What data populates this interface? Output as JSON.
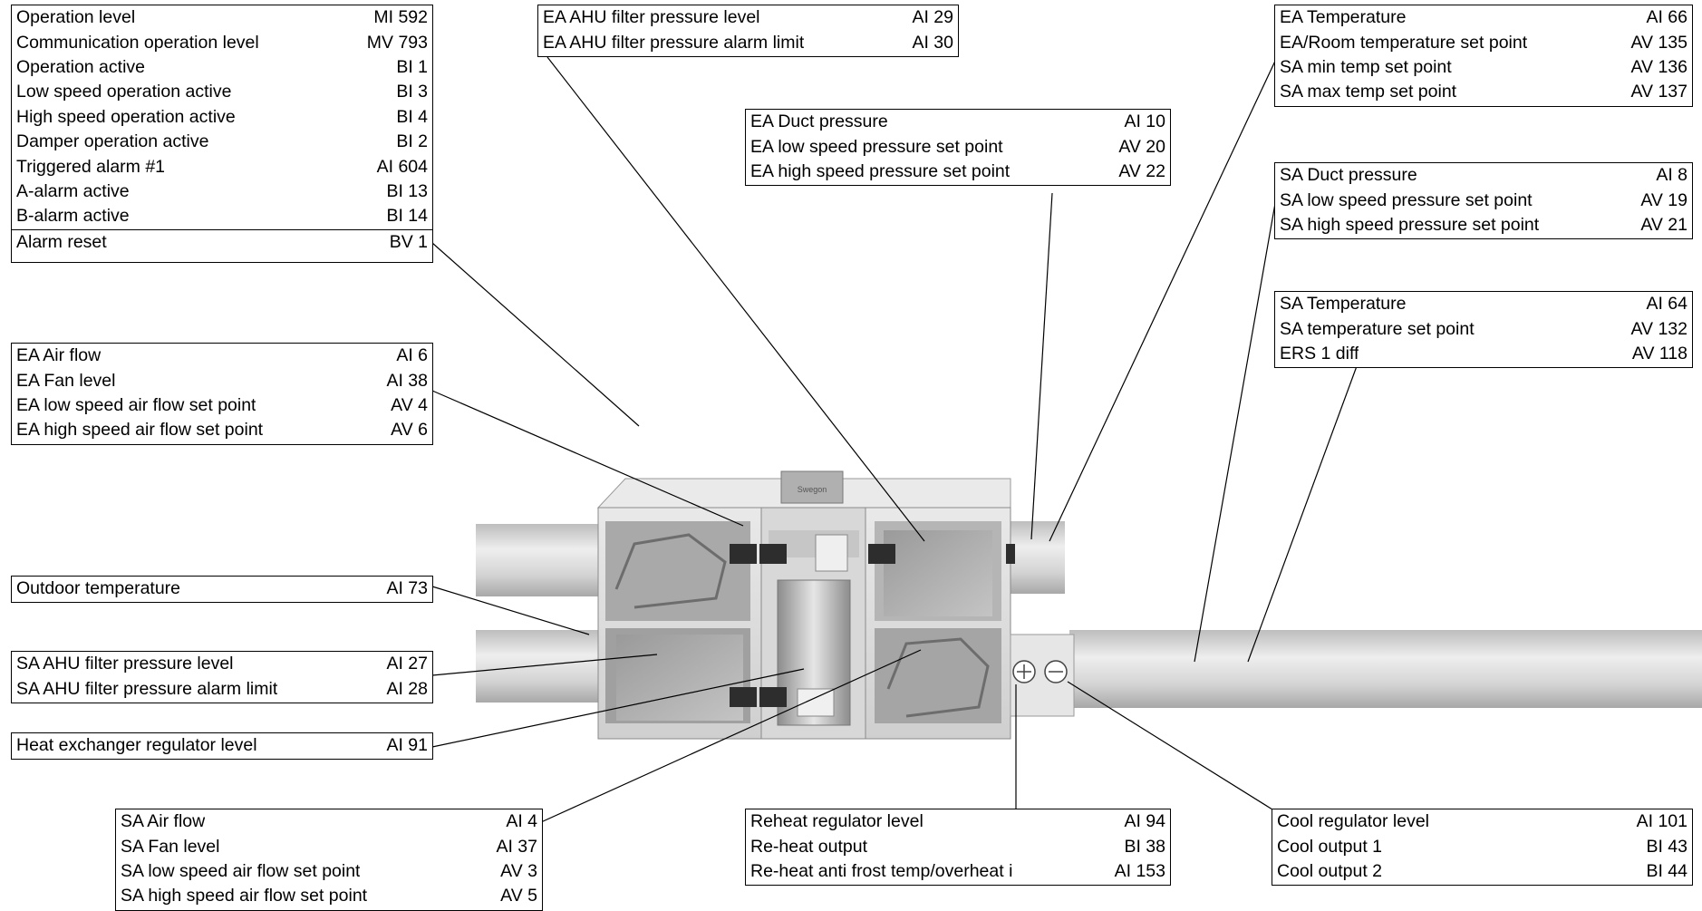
{
  "groups": {
    "operation": [
      {
        "label": "Operation level",
        "value": "MI 592"
      },
      {
        "label": "Communication operation level",
        "value": "MV 793"
      },
      {
        "label": "Operation active",
        "value": "BI 1"
      },
      {
        "label": "Low speed operation active",
        "value": "BI 3"
      },
      {
        "label": "High speed operation active",
        "value": "BI 4"
      },
      {
        "label": "Damper operation active",
        "value": "BI 2"
      },
      {
        "label": "Triggered alarm #1",
        "value": "AI 604"
      },
      {
        "label": "A-alarm active",
        "value": "BI 13"
      },
      {
        "label": "B-alarm active",
        "value": "BI 14"
      },
      {
        "label": "Alarm reset",
        "value": "BV 1"
      }
    ],
    "ea_filter": [
      {
        "label": "EA AHU filter pressure level",
        "value": "AI 29"
      },
      {
        "label": "EA AHU filter pressure alarm limit",
        "value": "AI 30"
      }
    ],
    "ea_duct": [
      {
        "label": "EA Duct pressure",
        "value": "AI 10"
      },
      {
        "label": "EA low speed pressure set point",
        "value": "AV 20"
      },
      {
        "label": "EA high speed pressure set point",
        "value": "AV 22"
      }
    ],
    "ea_temp": [
      {
        "label": "EA Temperature",
        "value": "AI 66"
      },
      {
        "label": "EA/Room temperature set point",
        "value": "AV 135"
      },
      {
        "label": "SA min temp set point",
        "value": "AV 136"
      },
      {
        "label": "SA max temp set point",
        "value": "AV 137"
      }
    ],
    "sa_duct": [
      {
        "label": "SA Duct pressure",
        "value": "AI 8"
      },
      {
        "label": "SA low speed pressure set point",
        "value": "AV 19"
      },
      {
        "label": "SA high speed pressure set point",
        "value": "AV 21"
      }
    ],
    "sa_temp": [
      {
        "label": "SA Temperature",
        "value": "AI 64"
      },
      {
        "label": "SA temperature set point",
        "value": "AV 132"
      },
      {
        "label": "ERS 1 diff",
        "value": "AV 118"
      }
    ],
    "ea_air": [
      {
        "label": "EA Air flow",
        "value": "AI 6"
      },
      {
        "label": "EA Fan level",
        "value": "AI 38"
      },
      {
        "label": "EA low speed air flow set point",
        "value": "AV 4"
      },
      {
        "label": "EA high speed air flow set point",
        "value": "AV 6"
      }
    ],
    "outdoor": [
      {
        "label": "Outdoor temperature",
        "value": "AI 73"
      }
    ],
    "sa_filter": [
      {
        "label": "SA AHU filter pressure level",
        "value": "AI 27"
      },
      {
        "label": "SA AHU filter pressure alarm limit",
        "value": "AI 28"
      }
    ],
    "heat_ex": [
      {
        "label": "Heat exchanger regulator level",
        "value": "AI 91"
      }
    ],
    "sa_air": [
      {
        "label": "SA Air flow",
        "value": "AI 4"
      },
      {
        "label": "SA Fan level",
        "value": "AI 37"
      },
      {
        "label": "SA low speed air flow set point",
        "value": "AV 3"
      },
      {
        "label": "SA high speed air flow set point",
        "value": "AV 5"
      }
    ],
    "reheat": [
      {
        "label": "Reheat regulator level",
        "value": "AI 94"
      },
      {
        "label": "Re-heat output",
        "value": "BI 38"
      },
      {
        "label": "Re-heat anti frost temp/overheat i",
        "value": "AI 153"
      }
    ],
    "cool": [
      {
        "label": "Cool regulator level",
        "value": "AI 101"
      },
      {
        "label": "Cool output 1",
        "value": "BI 43"
      },
      {
        "label": "Cool output 2",
        "value": "BI 44"
      }
    ]
  },
  "unit_brand": "Swegon",
  "colors": {
    "duct": "#c8c8c8",
    "unit": "#dcdcdc",
    "line": "#000000"
  },
  "icons": [
    "plus-circle-icon",
    "minus-circle-icon"
  ]
}
